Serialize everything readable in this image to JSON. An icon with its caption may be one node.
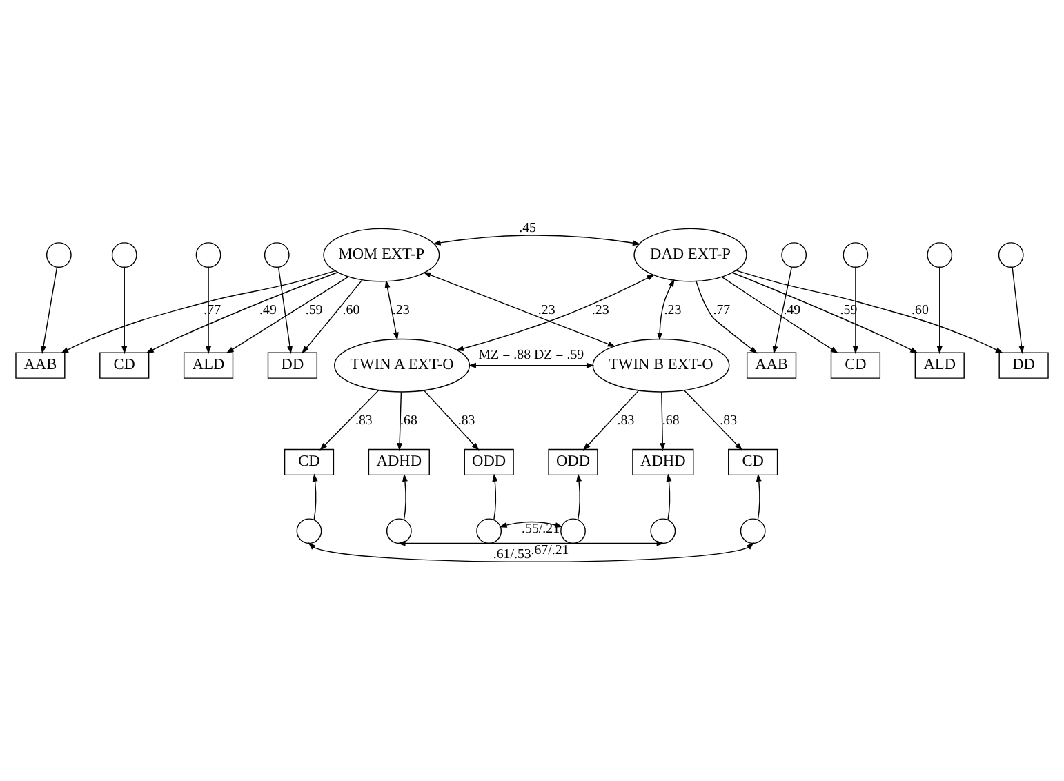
{
  "diagram": {
    "nodes": [
      {
        "text": [
          "MOM EXT-P"
        ]
      },
      {
        "text": [
          "DAD EXT-P"
        ]
      },
      {
        "text": [
          "TWIN A EXT-O"
        ]
      },
      {
        "text": [
          "TWIN B EXT-O"
        ]
      },
      {
        "text": [
          "AAB"
        ]
      },
      {
        "text": [
          "CD"
        ]
      },
      {
        "text": [
          "ALD"
        ]
      },
      {
        "text": [
          "DD"
        ]
      },
      {
        "text": [],
        "shape": "circle"
      },
      {
        "text": [],
        "shape": "circle"
      },
      {
        "text": [],
        "shape": "circle"
      },
      {
        "text": [],
        "shape": "circle"
      },
      {
        "text": [
          "AAB"
        ]
      },
      {
        "text": [
          "CD"
        ]
      },
      {
        "text": [
          "ALD"
        ]
      },
      {
        "text": [
          "DD"
        ]
      },
      {
        "text": [],
        "shape": "circle"
      },
      {
        "text": [],
        "shape": "circle"
      },
      {
        "text": [],
        "shape": "circle"
      },
      {
        "text": [],
        "shape": "circle"
      },
      {
        "text": [
          "CD"
        ]
      },
      {
        "text": [
          "ADHD"
        ]
      },
      {
        "text": [
          "ODD"
        ]
      },
      {
        "text": [
          "ODD"
        ]
      },
      {
        "text": [
          "ADHD"
        ]
      },
      {
        "text": [
          "CD"
        ]
      },
      {
        "text": [],
        "shape": "circle"
      },
      {
        "text": [],
        "shape": "circle"
      },
      {
        "text": [],
        "shape": "circle"
      },
      {
        "text": [],
        "shape": "circle"
      },
      {
        "text": [],
        "shape": "circle"
      },
      {
        "text": [],
        "shape": "circle"
      }
    ],
    "edges": [
      {
        "from": 0,
        "to": 1,
        "arrow": "both",
        "label": ".45"
      },
      {
        "from": 0,
        "to": 2,
        "arrow": "both",
        "label": ".23"
      },
      {
        "from": 0,
        "to": 3,
        "arrow": "both",
        "label": ".23"
      },
      {
        "from": 1,
        "to": 2,
        "arrow": "both",
        "label": ".23"
      },
      {
        "from": 1,
        "to": 3,
        "arrow": "both",
        "label": ".23"
      },
      {
        "from": 2,
        "to": 3,
        "arrow": "both",
        "label": "MZ = .88 DZ = .59"
      },
      {
        "from": 0,
        "to": 4,
        "arrow": "to",
        "label": ".77"
      },
      {
        "from": 0,
        "to": 5,
        "arrow": "to",
        "label": ".49"
      },
      {
        "from": 0,
        "to": 6,
        "arrow": "to",
        "label": ".59"
      },
      {
        "from": 0,
        "to": 7,
        "arrow": "to",
        "label": ".60"
      },
      {
        "from": 8,
        "to": 4,
        "arrow": "to"
      },
      {
        "from": 9,
        "to": 5,
        "arrow": "to"
      },
      {
        "from": 10,
        "to": 6,
        "arrow": "to"
      },
      {
        "from": 11,
        "to": 7,
        "arrow": "to"
      },
      {
        "from": 1,
        "to": 12,
        "arrow": "to",
        "label": ".77"
      },
      {
        "from": 1,
        "to": 13,
        "arrow": "to",
        "label": ".49"
      },
      {
        "from": 1,
        "to": 14,
        "arrow": "to",
        "label": ".59"
      },
      {
        "from": 1,
        "to": 15,
        "arrow": "to",
        "label": ".60"
      },
      {
        "from": 16,
        "to": 12,
        "arrow": "to"
      },
      {
        "from": 17,
        "to": 13,
        "arrow": "to"
      },
      {
        "from": 18,
        "to": 14,
        "arrow": "to"
      },
      {
        "from": 19,
        "to": 15,
        "arrow": "to"
      },
      {
        "from": 2,
        "to": 20,
        "arrow": "to",
        "label": ".83"
      },
      {
        "from": 2,
        "to": 21,
        "arrow": "to",
        "label": ".68"
      },
      {
        "from": 2,
        "to": 22,
        "arrow": "to",
        "label": ".83"
      },
      {
        "from": 3,
        "to": 23,
        "arrow": "to",
        "label": ".83"
      },
      {
        "from": 3,
        "to": 24,
        "arrow": "to",
        "label": ".68"
      },
      {
        "from": 3,
        "to": 25,
        "arrow": "to",
        "label": ".83"
      },
      {
        "from": 26,
        "to": 20,
        "arrow": "to"
      },
      {
        "from": 27,
        "to": 21,
        "arrow": "to"
      },
      {
        "from": 28,
        "to": 22,
        "arrow": "to"
      },
      {
        "from": 29,
        "to": 23,
        "arrow": "to"
      },
      {
        "from": 30,
        "to": 24,
        "arrow": "to"
      },
      {
        "from": 31,
        "to": 25,
        "arrow": "to"
      },
      {
        "from": 28,
        "to": 29,
        "arrow": "both",
        "label": ".55/.21"
      },
      {
        "from": 27,
        "to": 30,
        "arrow": "both",
        "label": ".67/.21"
      },
      {
        "from": 26,
        "to": 31,
        "arrow": "both",
        "label": ".61/.53"
      }
    ]
  }
}
